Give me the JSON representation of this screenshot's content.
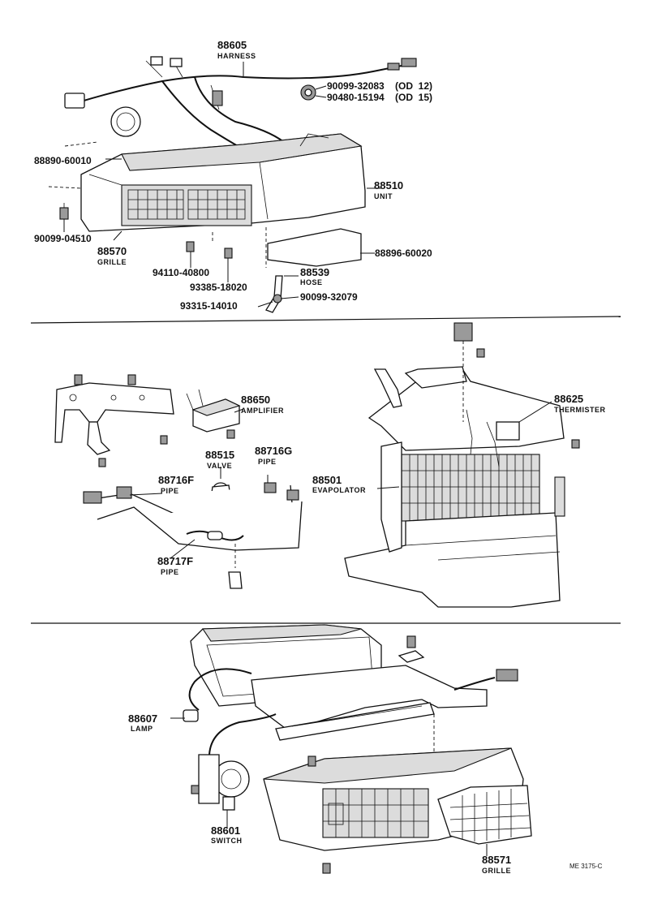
{
  "sections": [
    {
      "id": "top",
      "callouts": [
        {
          "part": "88605",
          "name": "HARNESS"
        },
        {
          "part": "90099-32083",
          "name": "(OD  12)"
        },
        {
          "part": "90480-15194",
          "name": "(OD  15)"
        },
        {
          "part": "88890-60010",
          "name": ""
        },
        {
          "part": "88510",
          "name": "UNIT"
        },
        {
          "part": "90099-04510",
          "name": ""
        },
        {
          "part": "88570",
          "name": "GRILLE"
        },
        {
          "part": "94110-40800",
          "name": ""
        },
        {
          "part": "88896-60020",
          "name": ""
        },
        {
          "part": "88539",
          "name": "HOSE"
        },
        {
          "part": "93385-18020",
          "name": ""
        },
        {
          "part": "93315-14010",
          "name": ""
        },
        {
          "part": "90099-32079",
          "name": ""
        }
      ]
    },
    {
      "id": "middle",
      "callouts": [
        {
          "part": "88650",
          "name": "AMPLIFIER"
        },
        {
          "part": "88625",
          "name": "THERMISTER"
        },
        {
          "part": "88515",
          "name": "VALVE"
        },
        {
          "part": "88716G",
          "name": "PIPE"
        },
        {
          "part": "88716F",
          "name": "PIPE"
        },
        {
          "part": "88501",
          "name": "EVAPOLATOR"
        },
        {
          "part": "88717F",
          "name": "PIPE"
        }
      ]
    },
    {
      "id": "bottom",
      "callouts": [
        {
          "part": "88607",
          "name": "LAMP"
        },
        {
          "part": "88601",
          "name": "SWITCH"
        },
        {
          "part": "88571",
          "name": "GRILLE"
        }
      ]
    }
  ],
  "reference": "ME 3175-C"
}
